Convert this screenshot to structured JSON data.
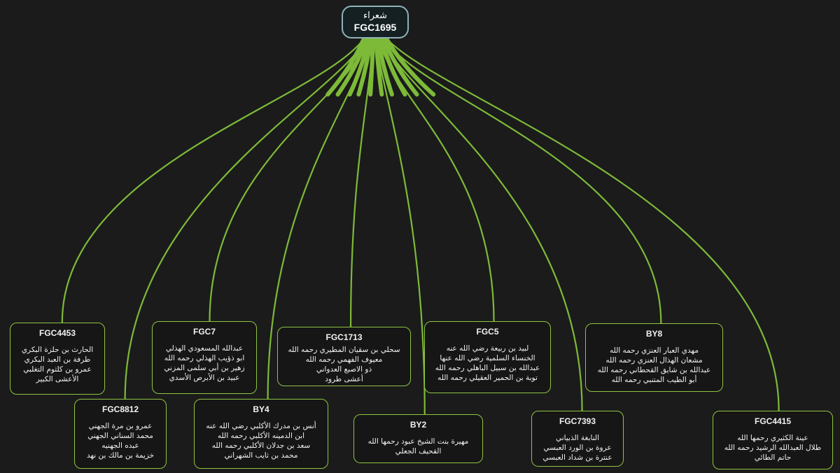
{
  "root": {
    "title": "شعراء",
    "code": "FGC1695"
  },
  "colors": {
    "background": "#1b1b1b",
    "edge": "#7dba38",
    "node_border": "#8fc441",
    "root_border": "#8fb3b8"
  },
  "nodes": [
    {
      "id": "FGC4453",
      "code": "FGC4453",
      "members": [
        "الحارث بن حلزة البكري",
        "طرفة بن العبد البكري",
        "عمرو بن كلثوم التغلبي",
        "الأعشى الكبير"
      ]
    },
    {
      "id": "FGC8812",
      "code": "FGC8812",
      "members": [
        "عمرو بن مرة الجهني",
        "محمد السناني الجهني",
        "عبده الجهنيه",
        "خزيمة بن مالك بن نهد"
      ]
    },
    {
      "id": "FGC7",
      "code": "FGC7",
      "members": [
        "عبدالله المسعودي الهذلي",
        "ابو ذؤيب الهذلي رحمه الله",
        "زهير بن أبي سلمى المزني",
        "عبيد بن الأبرص الأسدي"
      ]
    },
    {
      "id": "BY4",
      "code": "BY4",
      "members": [
        "أنس بن مدرك الأكلبي رضي الله عنه",
        "ابن الدمينه الأكلبي رحمه الله",
        "سعد بن جدلان الأكلبي رحمه الله",
        "محمد بن ثايب الشهراني"
      ]
    },
    {
      "id": "FGC1713",
      "code": "FGC1713",
      "members": [
        "سحلي بن سقيان المطيري رحمه الله",
        "معيوف الفهمي رحمه الله",
        "ذو الاصبع العدواني",
        "أعشى طرود"
      ]
    },
    {
      "id": "BY2",
      "code": "BY2",
      "members": [
        "مهيرة بنت الشيخ عبود رحمها الله",
        "القحيف الجعلي"
      ]
    },
    {
      "id": "FGC5",
      "code": "FGC5",
      "members": [
        "لبيد بن ربيعة رضي الله عنه",
        "الخنساء السلمية رضي الله عنها",
        "عبدالله بن سبيل الباهلي رحمه الله",
        "توبة بن الحمير العقيلي رحمه الله"
      ]
    },
    {
      "id": "FGC7393",
      "code": "FGC7393",
      "members": [
        "النابغة الذبياني",
        "عروة بن الورد العبسي",
        "عنترة بن شداد العبسي"
      ]
    },
    {
      "id": "BY8",
      "code": "BY8",
      "members": [
        "مهدي العبار العنزي رحمه الله",
        "مشعان الهذال العنزي رحمه الله",
        "عبدالله بن شايق القحطاني رحمه الله",
        "أبو الطيب المتنبي رحمه الله"
      ]
    },
    {
      "id": "FGC4415",
      "code": "FGC4415",
      "members": [
        "عينة الكثيري رحمها الله",
        "طلال العبدالله الرشيد رحمه الله",
        "حاتم الطائي"
      ]
    }
  ]
}
